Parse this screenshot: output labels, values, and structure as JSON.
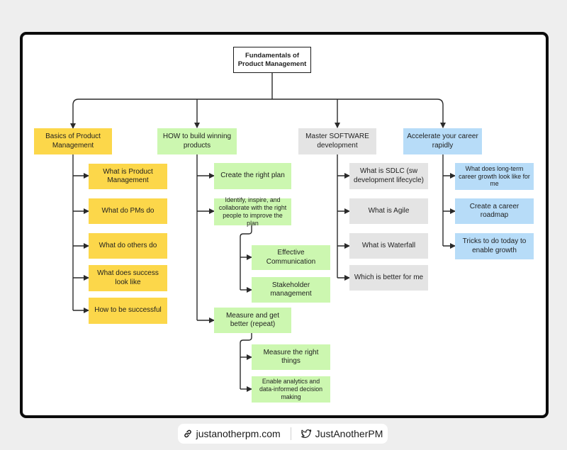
{
  "diagram": {
    "root": "Fundamentals of Product Management",
    "branches": [
      {
        "title": "Basics of Product Management",
        "children": [
          "What is Product Management",
          "What do PMs do",
          "What do others do",
          "What does success look like",
          "How to be successful"
        ]
      },
      {
        "title": "HOW to build winning products",
        "children": [
          "Create the right plan",
          "Identify, inspire, and collaborate with the right people to improve the plan",
          "Effective Communication",
          "Stakeholder management",
          "Measure and get better (repeat)",
          "Measure the right things",
          "Enable analytics and data-informed decision making"
        ]
      },
      {
        "title": "Master SOFTWARE development",
        "children": [
          "What is SDLC (sw development lifecycle)",
          "What is Agile",
          "What is Waterfall",
          "Which is better for me"
        ]
      },
      {
        "title": "Accelerate your career rapidly",
        "children": [
          "What does long-term career growth look like for me",
          "Create a career roadmap",
          "Tricks to do today to enable growth"
        ]
      }
    ]
  },
  "colors": {
    "basics": "#fcd74a",
    "build": "#ccf7b0",
    "software": "#e4e4e4",
    "career": "#b7dcf8"
  },
  "footer": {
    "website": "justanotherpm.com",
    "website_icon": "link-icon",
    "twitter": "JustAnotherPM",
    "twitter_icon": "twitter-bird-icon"
  }
}
